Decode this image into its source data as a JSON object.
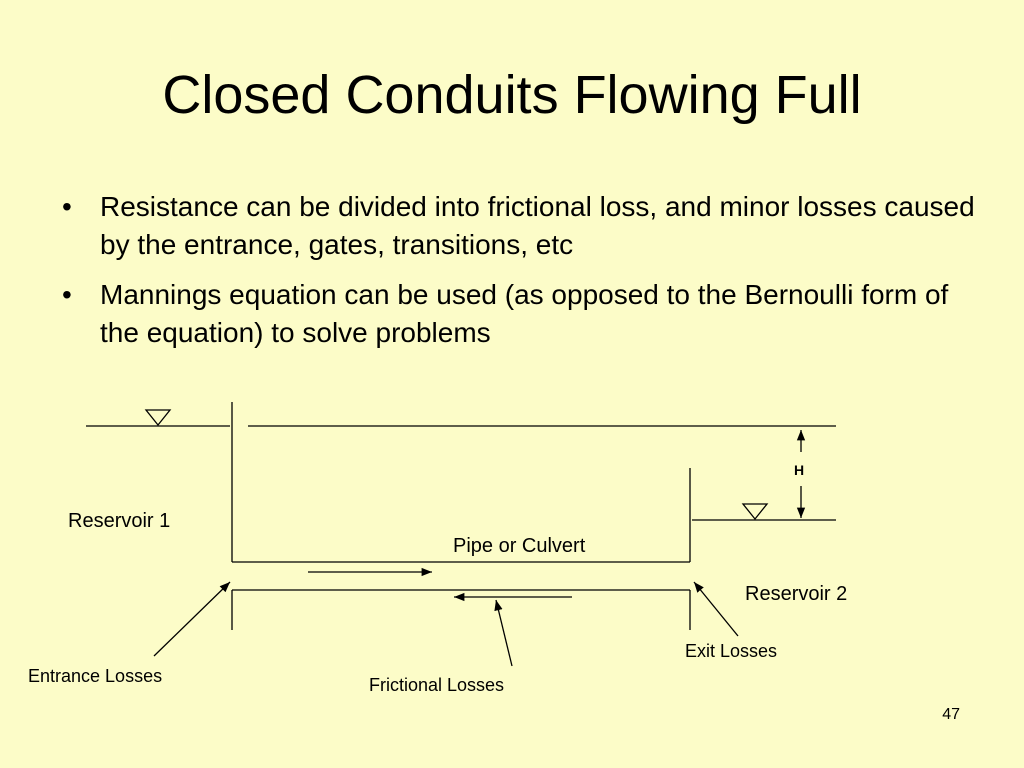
{
  "slide": {
    "title": "Closed Conduits Flowing Full",
    "bullets": [
      "Resistance can be divided into frictional loss, and minor losses caused by the entrance, gates, transitions, etc",
      "Mannings equation can be used (as opposed to the Bernoulli form of the equation) to solve problems"
    ],
    "page_number": "47"
  },
  "diagram": {
    "labels": {
      "reservoir_1": "Reservoir 1",
      "reservoir_2": "Reservoir 2",
      "pipe": "Pipe or Culvert",
      "head": "H",
      "entrance_losses": "Entrance Losses",
      "frictional_losses": "Frictional Losses",
      "exit_losses": "Exit Losses"
    }
  }
}
